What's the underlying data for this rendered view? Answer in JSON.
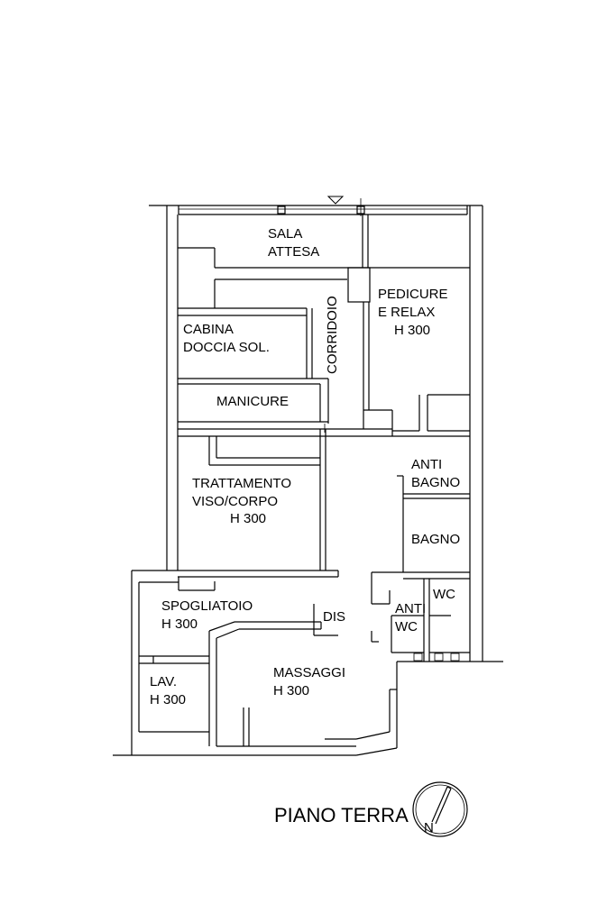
{
  "rooms": {
    "sala_attesa": [
      "SALA",
      "ATTESA"
    ],
    "pedicure": [
      "PEDICURE",
      "E RELAX",
      "H 300"
    ],
    "cabina": [
      "CABINA",
      "DOCCIA SOL."
    ],
    "corridoio": "CORRIDOIO",
    "manicure": "MANICURE",
    "trattamento": [
      "TRATTAMENTO",
      "VISO/CORPO",
      "H 300"
    ],
    "anti_bagno": [
      "ANTI",
      "BAGNO"
    ],
    "bagno": "BAGNO",
    "spogliatoio": [
      "SPOGLIATOIO",
      "H 300"
    ],
    "dis": "DIS",
    "anti_wc": [
      "ANTI",
      "WC"
    ],
    "wc": "WC",
    "lav": [
      "LAV.",
      "H 300"
    ],
    "massaggi": [
      "MASSAGGI",
      "H 300"
    ]
  },
  "footer": {
    "title": "PIANO TERRA",
    "north_label": "N"
  }
}
